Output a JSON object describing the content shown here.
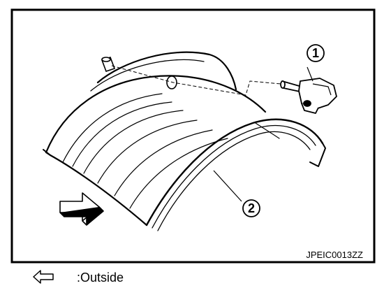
{
  "figure": {
    "code": "JPEIC0013ZZ",
    "callouts": [
      {
        "id": "1",
        "label": "1",
        "part": "tpms-sensor"
      },
      {
        "id": "2",
        "label": "2",
        "part": "wheel-rim"
      }
    ]
  },
  "legend": {
    "icon": "hollow-arrow-left-icon",
    "text": ":Outside"
  }
}
